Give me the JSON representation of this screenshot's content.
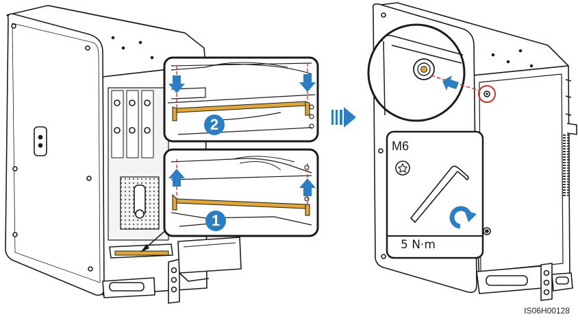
{
  "step_one_label": "1",
  "step_two_label": "2",
  "bolt_size": "M6",
  "torque": "5 N·m",
  "figure_code": "IS06H00128",
  "colors": {
    "outline": "#1a1a1a",
    "handle": "#e0a735",
    "accent_blue": "#2a7fc4",
    "highlight_red": "#d62b2b"
  },
  "icons": [
    "down-arrow-icon",
    "up-arrow-icon",
    "direction-arrow-icon",
    "torx-socket-icon",
    "hex-key-icon",
    "rotate-clockwise-icon"
  ]
}
